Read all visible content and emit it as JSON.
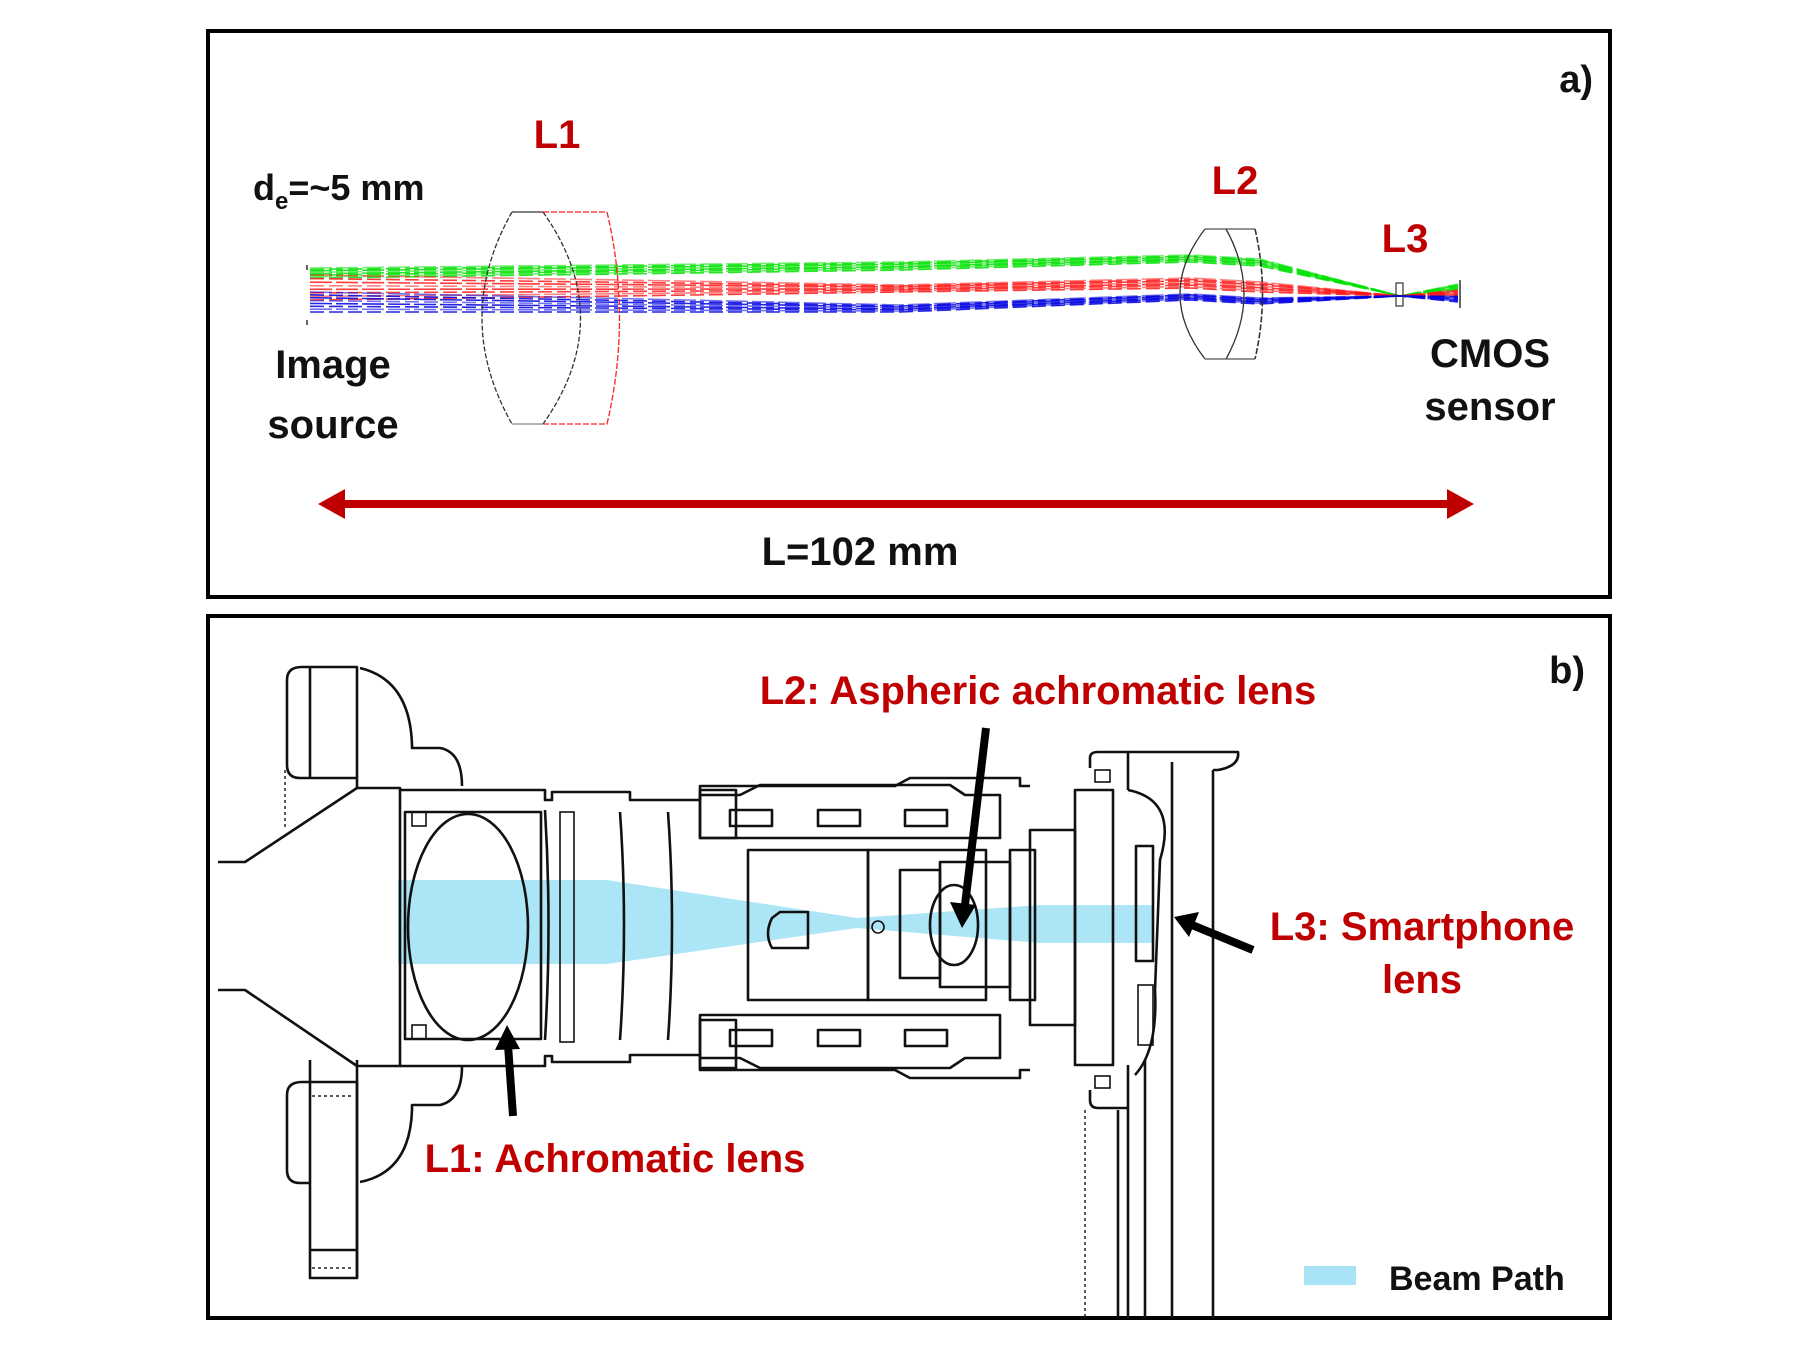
{
  "figure": {
    "panel_a": {
      "tag": "a)",
      "entrance_pupil_label_main": "d",
      "entrance_pupil_label_sub": "e",
      "entrance_pupil_label_rest": "=~5 mm",
      "source_label_line1": "Image",
      "source_label_line2": "source",
      "lens_labels": [
        "L1",
        "L2",
        "L3"
      ],
      "sensor_label_line1": "CMOS",
      "sensor_label_line2": "sensor",
      "length_label": "L=102 mm",
      "ray_colors": {
        "green": "#00e000",
        "red": "#ff1a1a",
        "blue": "#0000e0"
      }
    },
    "panel_b": {
      "tag": "b)",
      "l1_callout": "L1: Achromatic lens",
      "l2_callout": "L2: Aspheric achromatic lens",
      "l3_callout_line1": "L3: Smartphone",
      "l3_callout_line2": "lens",
      "legend_label": "Beam Path",
      "beam_color": "#a8e4f6"
    },
    "colors": {
      "label_red": "#c00000",
      "arrow_red": "#c00000",
      "frame": "#000000"
    }
  }
}
